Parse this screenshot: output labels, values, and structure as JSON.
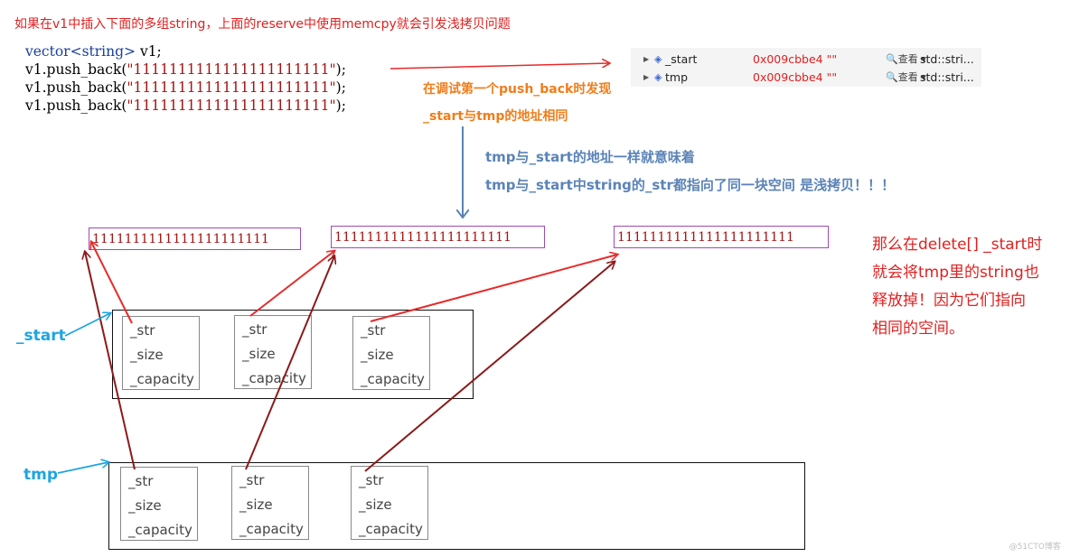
{
  "header_note": "如果在v1中插入下面的多组string，上面的reserve中使用memcpy就会引发浅拷贝问题",
  "code": {
    "line1_kw": "vector<string>",
    "line1_rest": " v1;",
    "push_prefix": "v1.push_back(",
    "push_arg": "\"1111111111111111111111\"",
    "push_suffix": ");"
  },
  "debugger": {
    "rows": [
      {
        "name": "_start",
        "value": "0x009cbbe4 \"\"",
        "action": "查看",
        "type": "std::stri..."
      },
      {
        "name": "tmp",
        "value": "0x009cbbe4 \"\"",
        "action": "查看",
        "type": "std::stri..."
      }
    ]
  },
  "orange_note": {
    "line1": "在调试第一个push_back时发现",
    "line2": "_start与tmp的地址相同"
  },
  "blue_note": {
    "line1": "tmp与_start的地址一样就意味着",
    "line2": "tmp与_start中string的_str都指向了同一块空间 是浅拷贝！！！"
  },
  "strings": [
    "1111111111111111111111",
    "1111111111111111111111",
    "1111111111111111111111"
  ],
  "start_label": "_start",
  "tmp_label": "tmp",
  "fields": {
    "str": "_str",
    "size": "_size",
    "capacity": "_capacity"
  },
  "red_note": [
    "那么在delete[] _start时",
    "就会将tmp里的string也",
    "释放掉！因为它们指向",
    "相同的空间。"
  ],
  "watermark": "@51CTO博客",
  "colors": {
    "arrow_red": "#e82a2a",
    "arrow_dark": "#8b1a1a",
    "arrow_blue": "#1ea5e0",
    "note_blue": "#5b83b8",
    "note_orange": "#f07d1a",
    "string_border": "#a04ab8"
  }
}
